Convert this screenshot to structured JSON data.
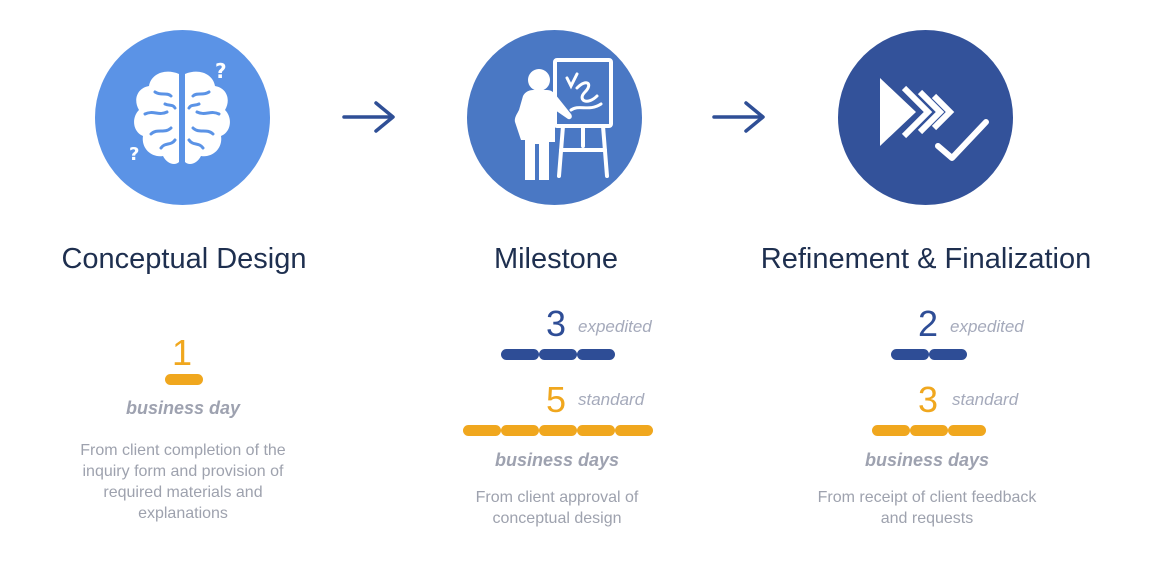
{
  "colors": {
    "circle_1": "#5b93e6",
    "circle_2": "#4a78c4",
    "circle_3": "#33529a",
    "arrow": "#2f4f96",
    "expedited": "#2e4d96",
    "standard": "#f0a71e",
    "title": "#1e2f4f",
    "muted": "#9ea2ae"
  },
  "arrows": [
    {
      "icon": "arrow-right-icon"
    },
    {
      "icon": "arrow-right-icon"
    }
  ],
  "steps": [
    {
      "icon": "brain-question-icon",
      "title": "Conceptual Design",
      "standard": {
        "value": "1",
        "pills": 1
      },
      "unit": "business day",
      "description": [
        "From client completion of the",
        "inquiry form and provision of",
        "required materials and",
        "explanations"
      ]
    },
    {
      "icon": "presenter-easel-icon",
      "title": "Milestone",
      "expedited": {
        "value": "3",
        "label": "expedited",
        "pills": 3
      },
      "standard": {
        "value": "5",
        "label": "standard",
        "pills": 5
      },
      "unit": "business days",
      "description": [
        "From client approval of",
        "conceptual design"
      ]
    },
    {
      "icon": "fast-forward-check-icon",
      "title": "Refinement & Finalization",
      "expedited": {
        "value": "2",
        "label": "expedited",
        "pills": 2
      },
      "standard": {
        "value": "3",
        "label": "standard",
        "pills": 3
      },
      "unit": "business days",
      "description": [
        "From receipt of client feedback",
        "and requests"
      ]
    }
  ]
}
